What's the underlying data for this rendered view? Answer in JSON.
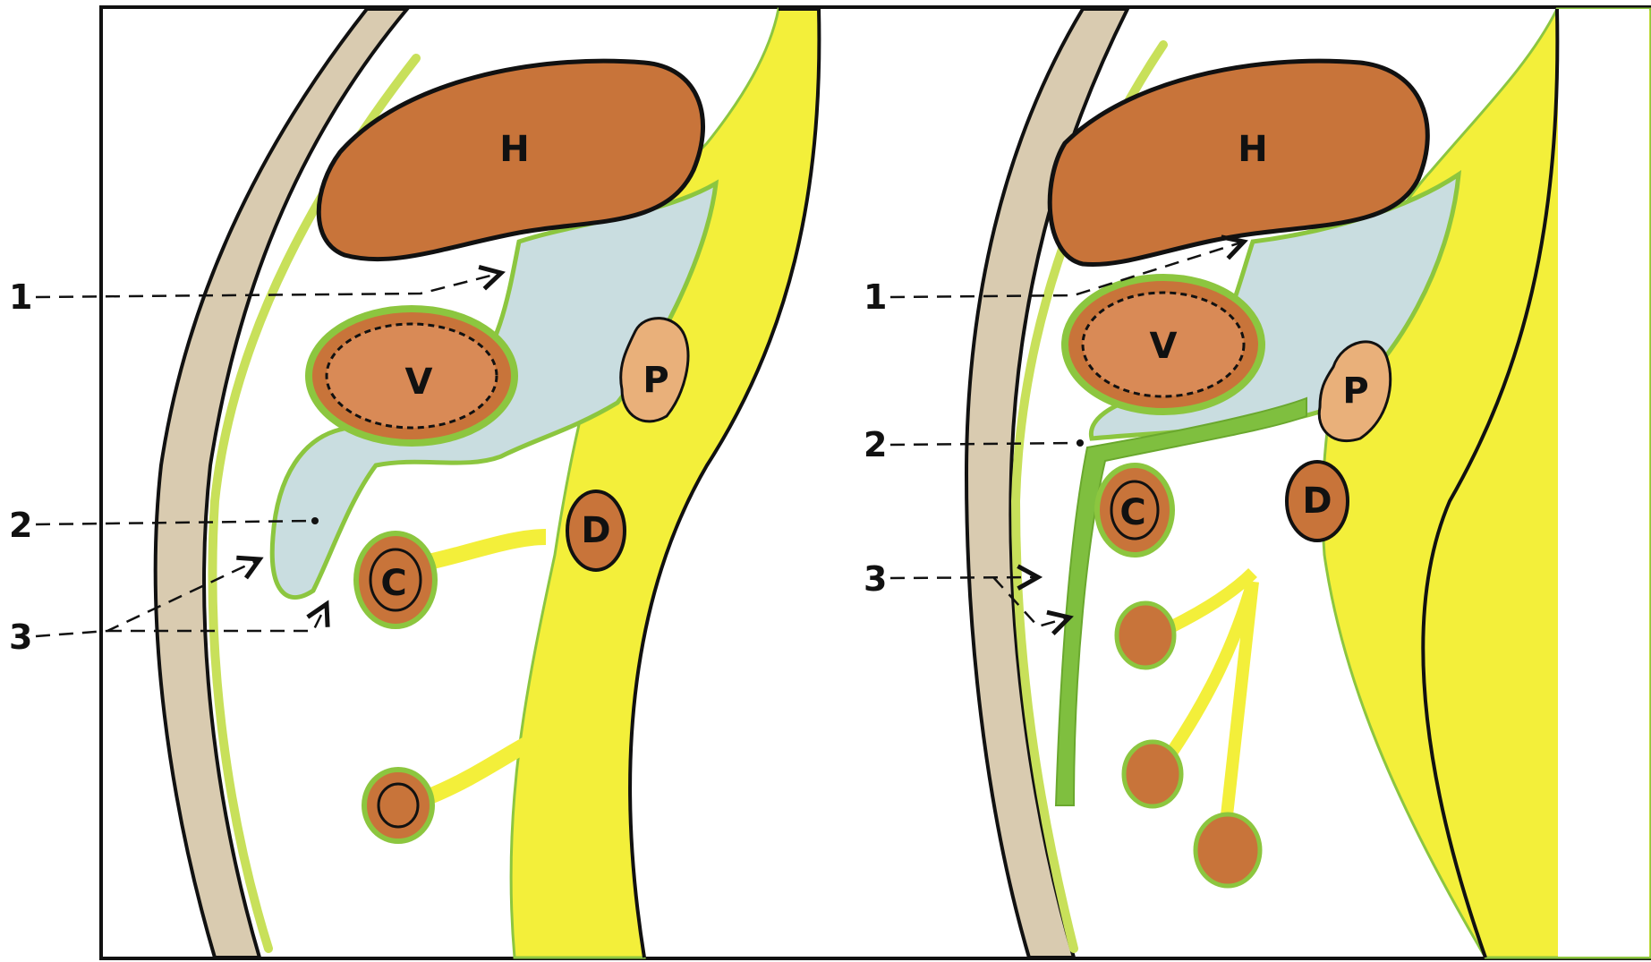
{
  "panels": [
    {
      "organs": {
        "liver": "H",
        "stomach": "V",
        "pancreas": "P",
        "duodenum": "D",
        "colon": "C"
      },
      "callouts": [
        "1",
        "2",
        "3"
      ]
    },
    {
      "organs": {
        "liver": "H",
        "stomach": "V",
        "pancreas": "P",
        "duodenum": "D",
        "colon": "C"
      },
      "callouts": [
        "1",
        "2",
        "3"
      ]
    }
  ],
  "colors": {
    "body_wall": "#d9cbb0",
    "mesentery": "#f3ef3a",
    "organ": "#c8743a",
    "lesser_sac": "#c9dde0",
    "peritoneum_line": "#8cc63f",
    "fused_layer": "#7fbf3f"
  }
}
